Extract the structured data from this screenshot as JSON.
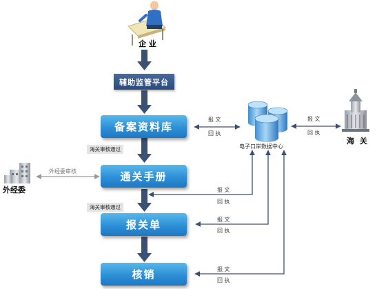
{
  "nodes": {
    "enterprise": "企  业",
    "platform": "辅助监管平台",
    "record": "备案资料库",
    "handbook": "通关手册",
    "declaration": "报关单",
    "verification": "核销",
    "customs": "海  关",
    "foreign_trade": "外经委",
    "data_center": "电子口岸数据中心"
  },
  "labels": {
    "customs_approved_1": "海关审核通过",
    "customs_approved_2": "海关审核通过",
    "foreign_trade_review": "外经委审核",
    "message": "报 文",
    "receipt": "回 执"
  }
}
